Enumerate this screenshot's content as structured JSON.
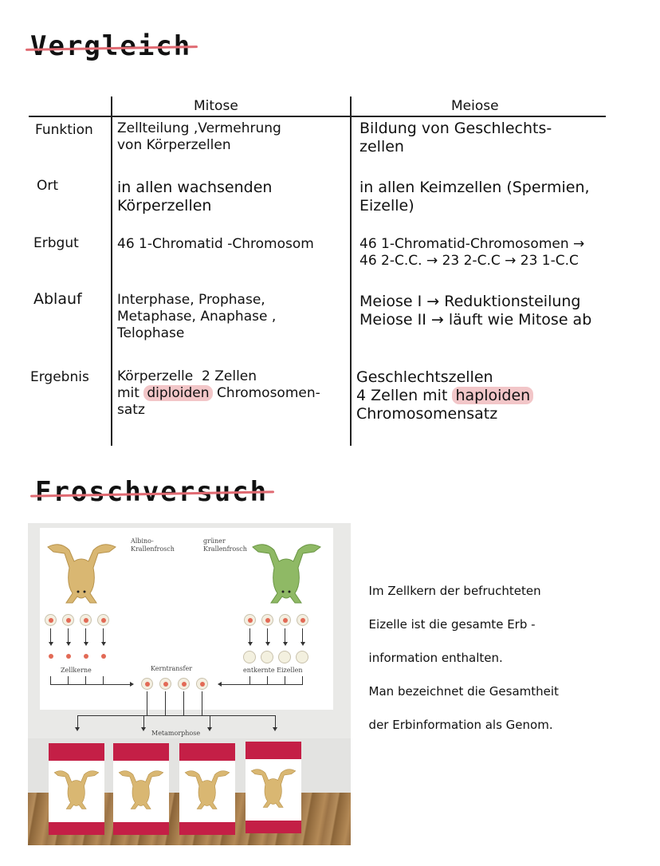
{
  "headings": {
    "comparison": "Vergleich",
    "frog_experiment": "Froschversuch"
  },
  "table": {
    "columns": [
      "",
      "Mitose",
      "Meiose"
    ],
    "rows": [
      {
        "label": "Funktion",
        "mitose": [
          "Zellteilung ,Vermehrung",
          "von Körperzellen"
        ],
        "meiose": [
          "Bildung von Geschlechts-",
          "zellen"
        ]
      },
      {
        "label": "Ort",
        "mitose": [
          "in allen wachsenden",
          "Körperzellen"
        ],
        "meiose": [
          "in allen Keimzellen (Spermien,",
          "Eizelle)"
        ]
      },
      {
        "label": "Erbgut",
        "mitose": [
          "46 1-Chromatid -Chromosom"
        ],
        "meiose": [
          "46 1-Chromatid-Chromosomen →",
          "46 2-C.C. → 23 2-C.C → 23 1-C.C"
        ]
      },
      {
        "label": "Ablauf",
        "mitose": [
          "Interphase, Prophase,",
          "Metaphase, Anaphase ,",
          "Telophase"
        ],
        "meiose": [
          "Meiose I → Reduktionsteilung",
          "Meiose II → läuft wie Mitose ab"
        ]
      },
      {
        "label": "Ergebnis",
        "mitose": {
          "line1": "Körperzelle  2 Zellen",
          "line2_pre": "mit ",
          "line2_highlight": "diploiden",
          "line2_post": " Chromosomen-",
          "line3": "satz"
        },
        "meiose": {
          "line1": "Geschlechtszellen",
          "line2_pre": "4 Zellen mit ",
          "line2_highlight": "haploiden",
          "line3": "Chromosomensatz"
        }
      }
    ]
  },
  "figure": {
    "labels": {
      "albino": "Albino-\nKrallenfrosch",
      "green": "grüner\nKrallenfrosch",
      "nuclei": "Zellkerne",
      "transfer": "Kerntransfer",
      "enucleated": "entkernte Eizellen",
      "metamorphosis": "Metamorphose"
    },
    "colors": {
      "albino_frog": "#d9b772",
      "green_frog": "#8fb965",
      "nucleus": "#e26a56",
      "card_band": "#c41f46"
    }
  },
  "notes": [
    "Im Zellkern der befruchteten",
    "Eizelle ist die gesamte Erb -",
    "information enthalten.",
    "Man bezeichnet die Gesamtheit",
    "der Erbinformation als Genom."
  ],
  "colors": {
    "highlight": "#f2c6c8",
    "strike": "#e06a72",
    "ink": "#111111"
  }
}
